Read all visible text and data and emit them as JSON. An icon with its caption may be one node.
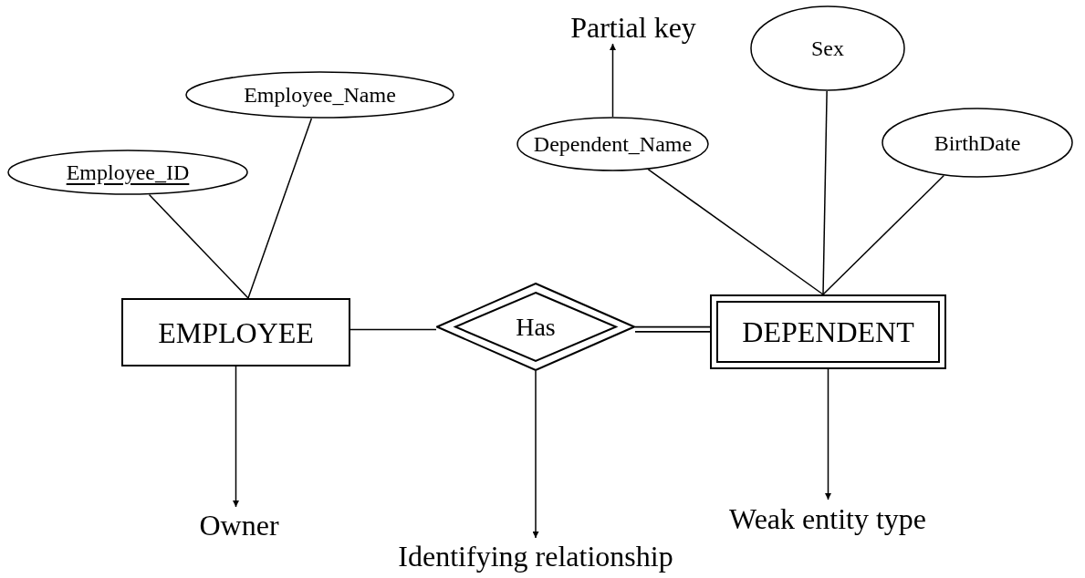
{
  "diagram": {
    "nodes": [
      {
        "text": [
          "Employee_ID"
        ]
      },
      {
        "text": [
          "Employee_Name"
        ]
      },
      {
        "text": [
          "Partial key"
        ]
      },
      {
        "text": [
          "Sex"
        ]
      },
      {
        "text": [
          "Dependent_Name"
        ]
      },
      {
        "text": [
          "BirthDate"
        ]
      },
      {
        "text": [
          "EMPLOYEE"
        ]
      },
      {
        "text": [
          "Has"
        ]
      },
      {
        "text": [
          "DEPENDENT"
        ]
      },
      {
        "text": [
          "Owner"
        ]
      },
      {
        "text": [
          "Identifying relationship"
        ]
      },
      {
        "text": [
          "Weak entity type"
        ]
      }
    ],
    "edges": [
      {
        "from": 0,
        "to": 6,
        "arrow": "none"
      },
      {
        "from": 1,
        "to": 6,
        "arrow": "none"
      },
      {
        "from": 4,
        "to": 2,
        "arrow": "to"
      },
      {
        "from": 4,
        "to": 8,
        "arrow": "none"
      },
      {
        "from": 3,
        "to": 8,
        "arrow": "none"
      },
      {
        "from": 5,
        "to": 8,
        "arrow": "none"
      },
      {
        "from": 6,
        "to": 7,
        "arrow": "none"
      },
      {
        "from": 7,
        "to": 8,
        "arrow": "none",
        "style": "thick"
      },
      {
        "from": 6,
        "to": 9,
        "arrow": "to"
      },
      {
        "from": 7,
        "to": 10,
        "arrow": "to"
      },
      {
        "from": 8,
        "to": 11,
        "arrow": "to"
      }
    ]
  }
}
